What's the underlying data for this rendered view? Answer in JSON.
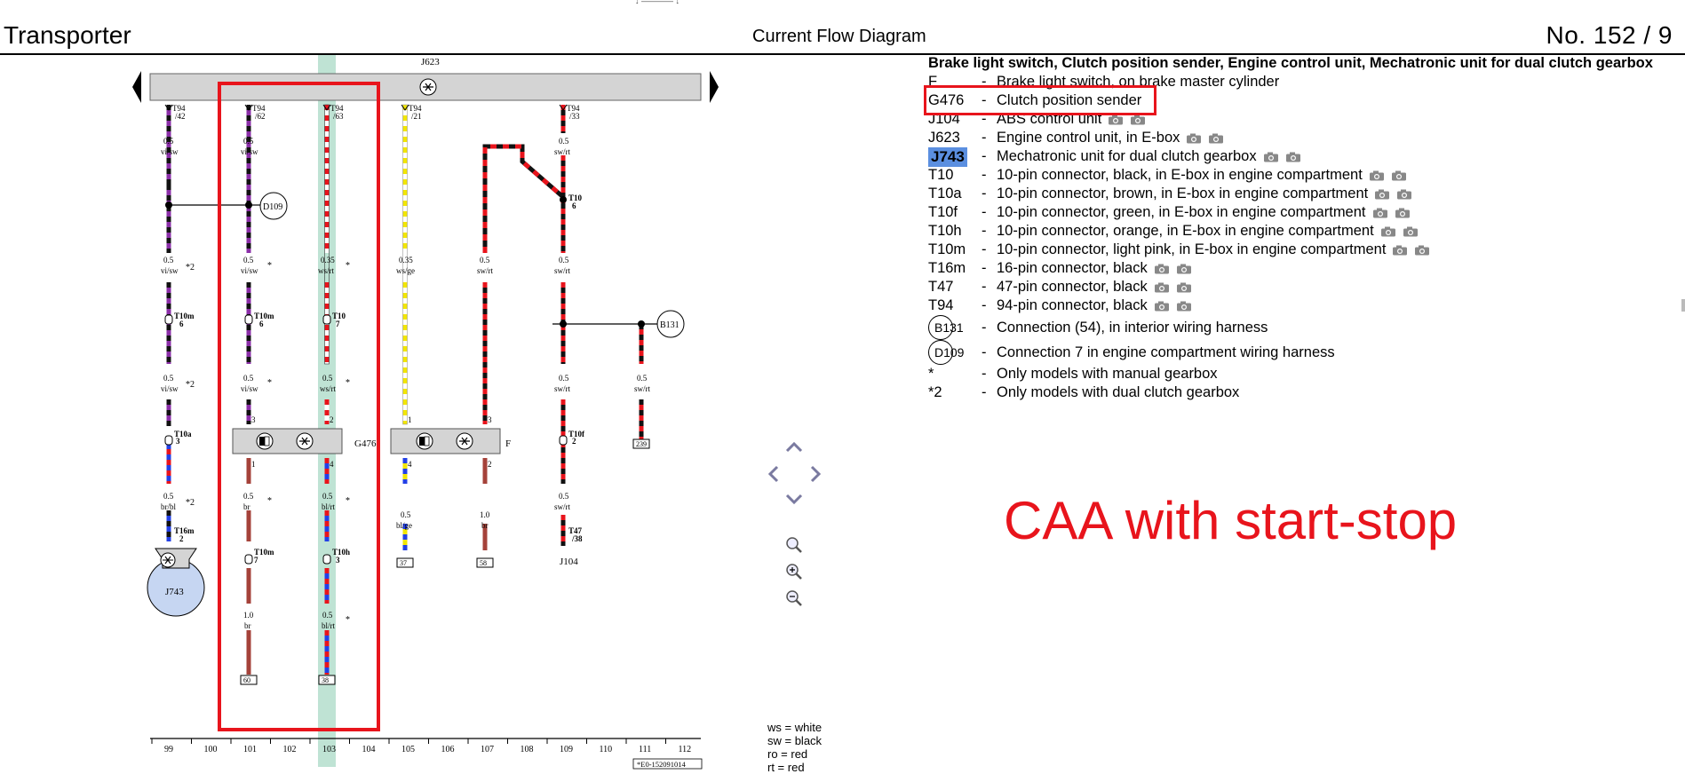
{
  "header": {
    "title_left": "Transporter",
    "title_center": "Current Flow Diagram",
    "title_right": "No.  152 / 9"
  },
  "legend": {
    "heading": "Brake light switch, Clutch position sender, Engine control unit, Mechatronic unit for dual clutch gearbox",
    "items": [
      {
        "code": "F",
        "dash": "-",
        "desc": "Brake light switch, on brake master cylinder",
        "cameras": 0
      },
      {
        "code": "G476",
        "dash": "-",
        "desc": "Clutch position sender",
        "cameras": 0
      },
      {
        "code": "J104",
        "dash": "-",
        "desc": "ABS control unit",
        "cameras": 2
      },
      {
        "code": "J623",
        "dash": "-",
        "desc": "Engine control unit, in E-box",
        "cameras": 2
      },
      {
        "code": "J743",
        "dash": "-",
        "desc": "Mechatronic unit for dual clutch gearbox",
        "cameras": 2
      },
      {
        "code": "T10",
        "dash": "-",
        "desc": "10-pin connector, black, in E-box in engine compartment",
        "cameras": 2
      },
      {
        "code": "T10a",
        "dash": "-",
        "desc": "10-pin connector, brown, in E-box in engine compartment",
        "cameras": 2
      },
      {
        "code": "T10f",
        "dash": "-",
        "desc": "10-pin connector, green, in E-box in engine compartment",
        "cameras": 2
      },
      {
        "code": "T10h",
        "dash": "-",
        "desc": "10-pin connector, orange, in E-box in engine compartment",
        "cameras": 2
      },
      {
        "code": "T10m",
        "dash": "-",
        "desc": "10-pin connector, light pink, in E-box in engine compartment",
        "cameras": 2
      },
      {
        "code": "T16m",
        "dash": "-",
        "desc": "16-pin connector, black",
        "cameras": 2
      },
      {
        "code": "T47",
        "dash": "-",
        "desc": "47-pin connector, black",
        "cameras": 2
      },
      {
        "code": "T94",
        "dash": "-",
        "desc": "94-pin connector, black",
        "cameras": 2
      },
      {
        "code": "B131",
        "dash": "-",
        "desc": "Connection (54), in interior wiring harness",
        "cameras": 0
      },
      {
        "code": "D109",
        "dash": "-",
        "desc": "Connection 7 in engine compartment wiring harness",
        "cameras": 0
      },
      {
        "code": "*",
        "dash": "-",
        "desc": "Only models with manual gearbox",
        "cameras": 0
      },
      {
        "code": "*2",
        "dash": "-",
        "desc": "Only models with dual clutch gearbox",
        "cameras": 0
      }
    ]
  },
  "annotation": {
    "caa_label": "CAA with start-stop"
  },
  "wire_colors": [
    {
      "abbr": "ws",
      "meaning": "white"
    },
    {
      "abbr": "sw",
      "meaning": "black"
    },
    {
      "abbr": "ro",
      "meaning": "red"
    },
    {
      "abbr": "rt",
      "meaning": "red"
    }
  ],
  "diagram": {
    "j623_label": "J623",
    "g476_label": "G476",
    "f_label": "F",
    "j743_label": "J743",
    "j104_label": "J104",
    "d109_label": "D109",
    "b131_label": "B131",
    "doc_code": "*E0-152091014",
    "track_numbers": [
      "99",
      "100",
      "101",
      "102",
      "103",
      "104",
      "105",
      "106",
      "107",
      "108",
      "109",
      "110",
      "111",
      "112"
    ],
    "t94_pins": [
      "T94\n/42",
      "T94\n/62",
      "T94\n/63",
      "T94\n/21",
      "T94\n/33"
    ],
    "terminals": [
      "60",
      "38",
      "37",
      "58",
      "239"
    ],
    "colors": {
      "red": "#e8141c",
      "black": "#111111",
      "violet": "#8b2fa8",
      "yellow": "#f2e600",
      "blue": "#2340e6",
      "brown": "#a5423a",
      "highlight": "#bfe3d4",
      "bar": "#d4d4d4",
      "j743_fill": "#c6d6f2"
    }
  }
}
